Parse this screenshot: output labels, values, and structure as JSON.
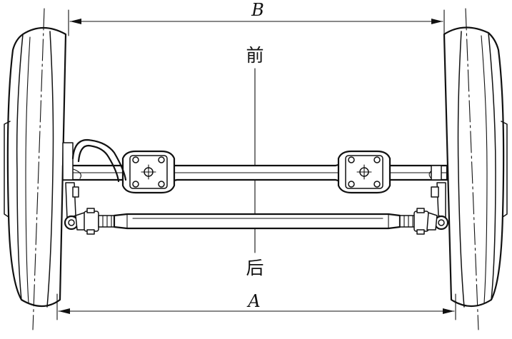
{
  "labels": {
    "top_dimension": "B",
    "bottom_dimension": "A",
    "front": "前",
    "rear": "后"
  },
  "colors": {
    "line": "#111111",
    "background": "#ffffff"
  }
}
